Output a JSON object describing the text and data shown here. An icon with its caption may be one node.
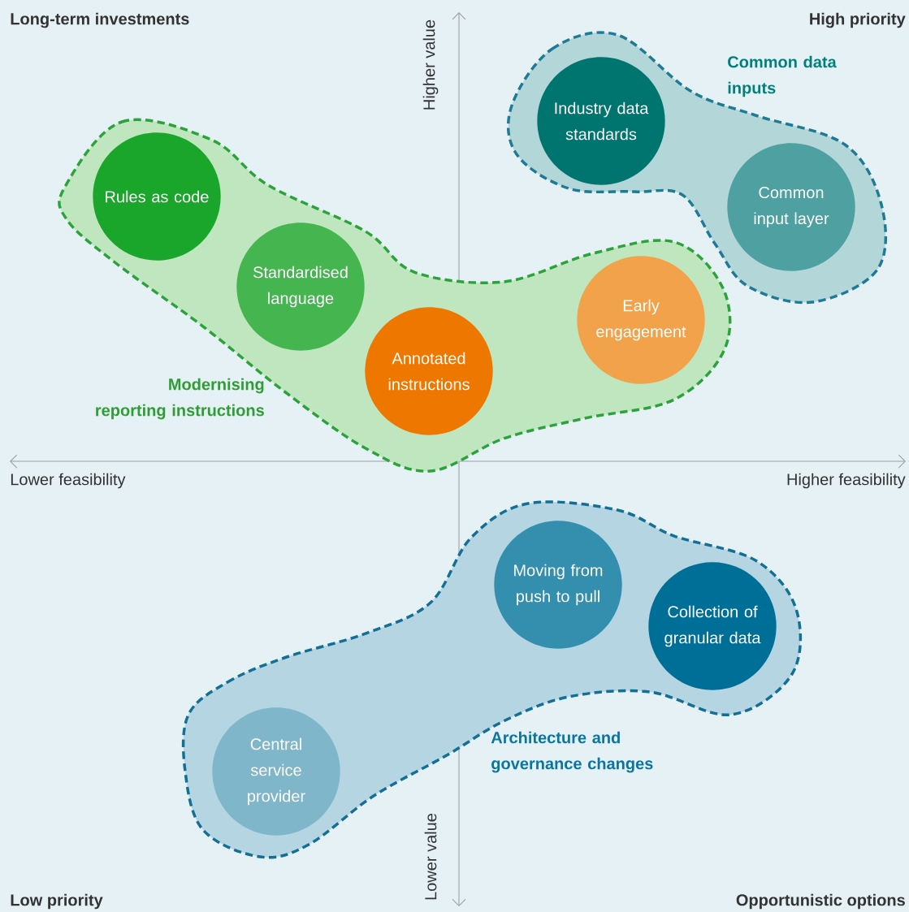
{
  "diagram": {
    "nodes": [
      {
        "text": [
          "Modernising reporting instructions"
        ]
      },
      {
        "text": [
          "Rules as code"
        ],
        "in": 0
      },
      {
        "text": [
          "Standardised language"
        ],
        "in": 0
      },
      {
        "text": [
          "Annotated instructions"
        ],
        "in": 0
      },
      {
        "text": [
          "Early engagement"
        ],
        "in": 0
      },
      {
        "text": [
          "Common data inputs"
        ]
      },
      {
        "text": [
          "Industry data standards"
        ],
        "in": 5
      },
      {
        "text": [
          "Common input layer"
        ],
        "in": 5
      },
      {
        "text": [
          "Architecture and governance changes"
        ]
      },
      {
        "text": [
          "Moving from push to pull"
        ],
        "in": 8
      },
      {
        "text": [
          "Collection of granular data"
        ],
        "in": 8
      },
      {
        "text": [
          "Central service provider"
        ],
        "in": 8
      }
    ],
    "labels": [
      "Long-term investments",
      "High priority",
      "Higher value",
      "Lower feasibility",
      "Higher feasibility",
      "Lower value",
      "Low priority",
      "Opportunistic options"
    ]
  }
}
